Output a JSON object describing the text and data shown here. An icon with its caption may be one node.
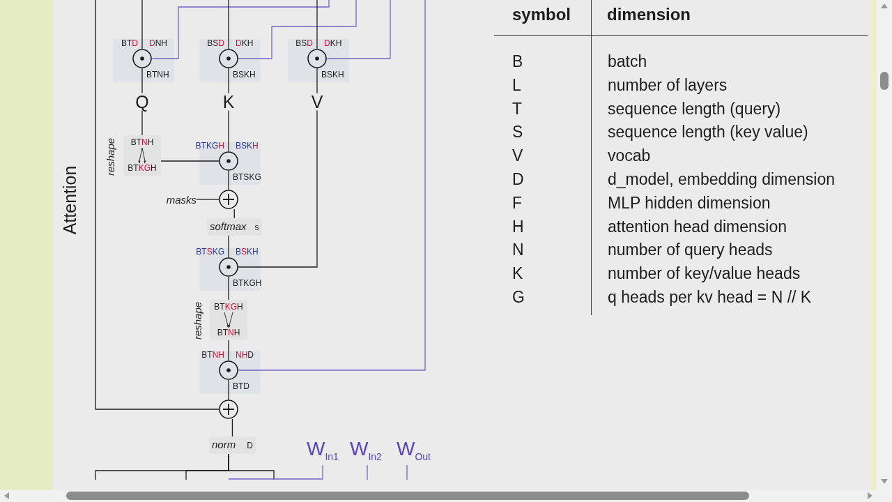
{
  "diagram": {
    "nodes": [
      {
        "text": [],
        "shape": "circle",
        "beside": [
          "BTD",
          "DNH",
          "BTNH"
        ]
      },
      {
        "text": [],
        "shape": "circle",
        "beside": [
          "BSD",
          "DKH",
          "BSKH"
        ]
      },
      {
        "text": [],
        "shape": "circle",
        "beside": [
          "BSD",
          "DKH",
          "BSKH"
        ]
      },
      {
        "text": [
          "Q"
        ]
      },
      {
        "text": [
          "K"
        ]
      },
      {
        "text": [
          "V"
        ]
      },
      {
        "text": [
          "BTNH",
          "BTKGH"
        ],
        "beside": [
          "reshape"
        ]
      },
      {
        "text": [],
        "shape": "circle",
        "beside": [
          "BTKGH",
          "BSKH",
          "BTSKG"
        ]
      },
      {
        "text": [],
        "shape": "circle"
      },
      {
        "text": [
          "masks"
        ]
      },
      {
        "text": [
          "softmax",
          "s"
        ]
      },
      {
        "text": [],
        "shape": "circle",
        "beside": [
          "BTSKG",
          "BSKH",
          "BTKGH"
        ]
      },
      {
        "text": [
          "BTKGH",
          "BTNH"
        ],
        "beside": [
          "reshape"
        ]
      },
      {
        "text": [],
        "shape": "circle",
        "beside": [
          "BTNH",
          "NHD",
          "BTD"
        ]
      },
      {
        "text": [],
        "shape": "circle"
      },
      {
        "text": [
          "norm",
          "D"
        ]
      },
      {
        "text": [
          "W$_{In1}$"
        ]
      },
      {
        "text": [
          "W$_{In2}$"
        ]
      },
      {
        "text": [
          "W$_{Out}$"
        ]
      }
    ],
    "edges": [
      {
        "from": null,
        "to": 0,
        "arrow": "none"
      },
      {
        "from": null,
        "to": 0,
        "arrow": "none",
        "color": "#7565c9"
      },
      {
        "from": null,
        "to": 1,
        "arrow": "none"
      },
      {
        "from": null,
        "to": 1,
        "arrow": "none",
        "color": "#7565c9"
      },
      {
        "from": null,
        "to": 2,
        "arrow": "none"
      },
      {
        "from": null,
        "to": 2,
        "arrow": "none",
        "color": "#7565c9"
      },
      {
        "from": 0,
        "to": 3,
        "arrow": "none"
      },
      {
        "from": 1,
        "to": 4,
        "arrow": "none"
      },
      {
        "from": 2,
        "to": 5,
        "arrow": "none"
      },
      {
        "from": 3,
        "to": 6,
        "arrow": "none"
      },
      {
        "from": 6,
        "to": 7,
        "arrow": "none"
      },
      {
        "from": 4,
        "to": 7,
        "arrow": "none"
      },
      {
        "from": 7,
        "to": 8,
        "arrow": "none"
      },
      {
        "from": 9,
        "to": 8,
        "arrow": "none"
      },
      {
        "from": 8,
        "to": 10,
        "arrow": "none"
      },
      {
        "from": 10,
        "to": 11,
        "arrow": "none"
      },
      {
        "from": 5,
        "to": 11,
        "arrow": "none"
      },
      {
        "from": 11,
        "to": 12,
        "arrow": "none"
      },
      {
        "from": 12,
        "to": 13,
        "arrow": "none"
      },
      {
        "from": null,
        "to": 13,
        "arrow": "none",
        "color": "#7565c9"
      },
      {
        "from": 13,
        "to": 14,
        "arrow": "none"
      },
      {
        "from": null,
        "to": 14,
        "arrow": "none"
      },
      {
        "from": 14,
        "to": 15,
        "arrow": "none"
      },
      {
        "from": 15,
        "to": null,
        "arrow": "none"
      },
      {
        "from": 15,
        "to": null,
        "arrow": "none"
      },
      {
        "from": 15,
        "to": null,
        "arrow": "none"
      },
      {
        "from": 16,
        "to": null,
        "arrow": "none",
        "color": "#7565c9"
      },
      {
        "from": 17,
        "to": null,
        "arrow": "none",
        "color": "#7565c9"
      },
      {
        "from": 18,
        "to": null,
        "arrow": "none",
        "color": "#7565c9"
      }
    ],
    "labels": [
      "Attention",
      "symbol",
      "dimension",
      "B",
      "batch",
      "L",
      "number of layers",
      "T",
      "sequence length (query)",
      "S",
      "sequence length (key value)",
      "V",
      "vocab",
      "D",
      "d_model, embedding dimension",
      "F",
      "MLP hidden dimension",
      "H",
      "attention head dimension",
      "N",
      "number of query heads",
      "K",
      "number of key/value heads",
      "G",
      "q heads per kv head = N // K"
    ]
  }
}
